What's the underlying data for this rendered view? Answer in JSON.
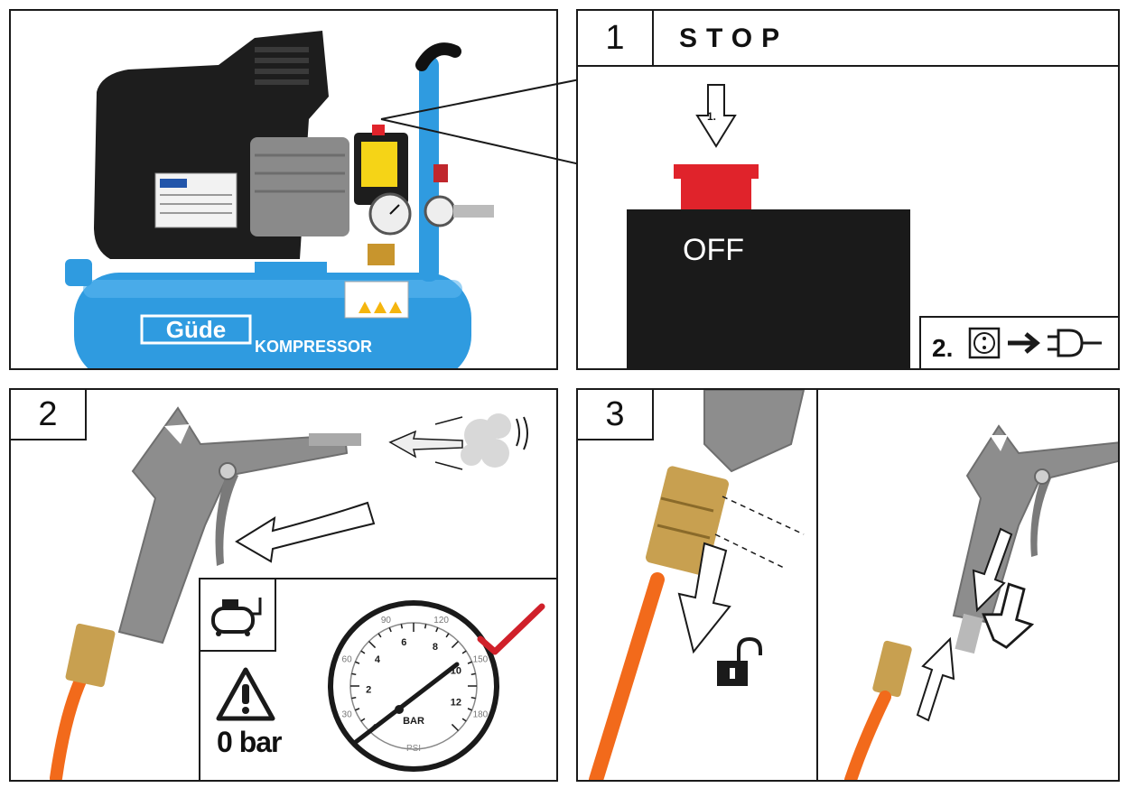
{
  "panel1": {
    "number": "1",
    "title": "STOP",
    "step1_label": "1.",
    "off_label": "OFF",
    "step2_label": "2."
  },
  "compressor": {
    "brand": "Güde",
    "model": "KOMPRESSOR"
  },
  "panel2": {
    "number": "2",
    "pressure_label": "0 bar",
    "gauge": {
      "bar_unit": "BAR",
      "psi_unit": "PSI",
      "bar_ticks": [
        "2",
        "4",
        "6",
        "8",
        "10",
        "12"
      ],
      "psi_ticks": [
        "30",
        "60",
        "90",
        "120",
        "150",
        "180"
      ]
    }
  },
  "panel3": {
    "number": "3"
  },
  "colors": {
    "compressor_blue": "#2f9be0",
    "stop_button_red": "#e0232b",
    "hose_orange": "#f26a1b",
    "checkmark_red": "#d0202a"
  }
}
